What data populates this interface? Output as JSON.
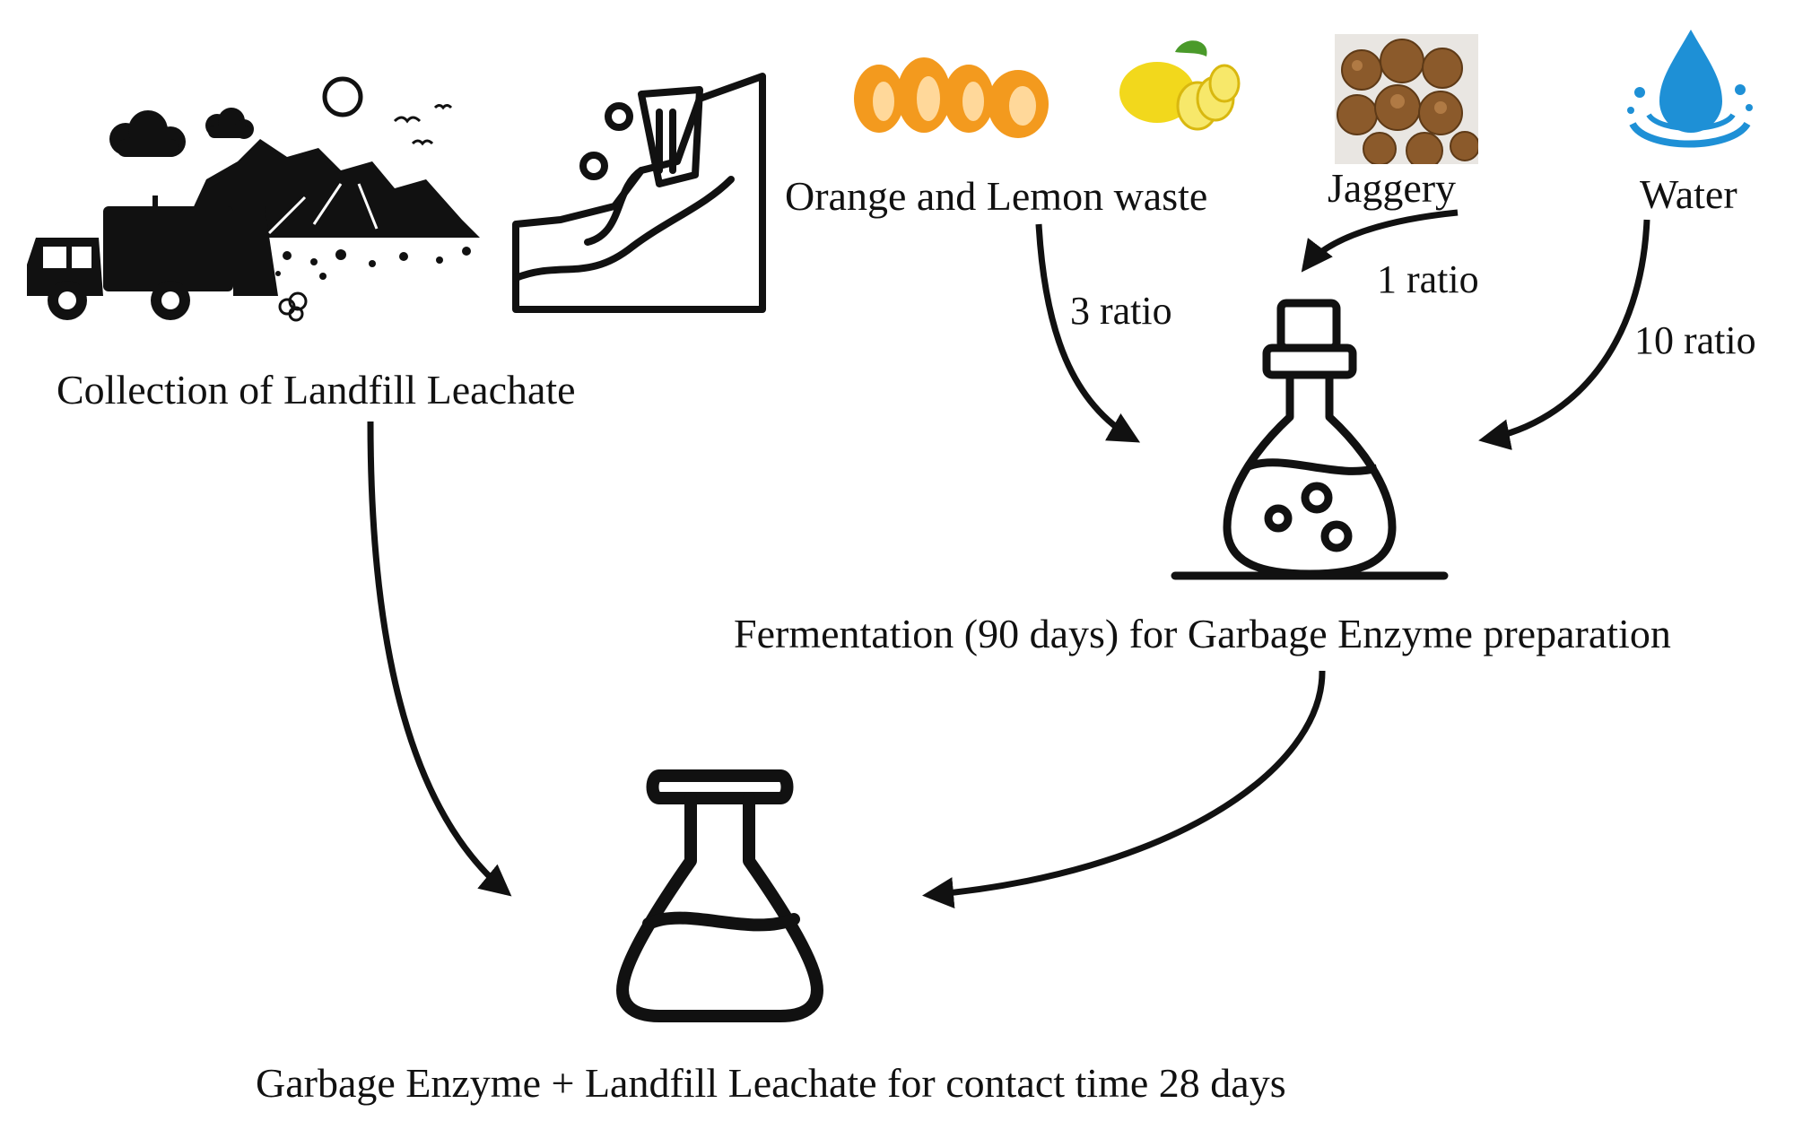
{
  "labels": {
    "collection": "Collection of Landfill Leachate",
    "orange_lemon": "Orange and Lemon waste",
    "jaggery": "Jaggery",
    "water": "Water",
    "fermentation": "Fermentation (90 days) for Garbage Enzyme preparation",
    "final": "Garbage Enzyme + Landfill Leachate for contact time 28 days"
  },
  "ratios": {
    "orange_lemon": "3 ratio",
    "jaggery": "1 ratio",
    "water": "10 ratio"
  },
  "colors": {
    "ink": "#111111",
    "orange": "#f39a1e",
    "lemon": "#f2d81c",
    "jaggery": "#8b5a2b",
    "water": "#1e90d6"
  }
}
